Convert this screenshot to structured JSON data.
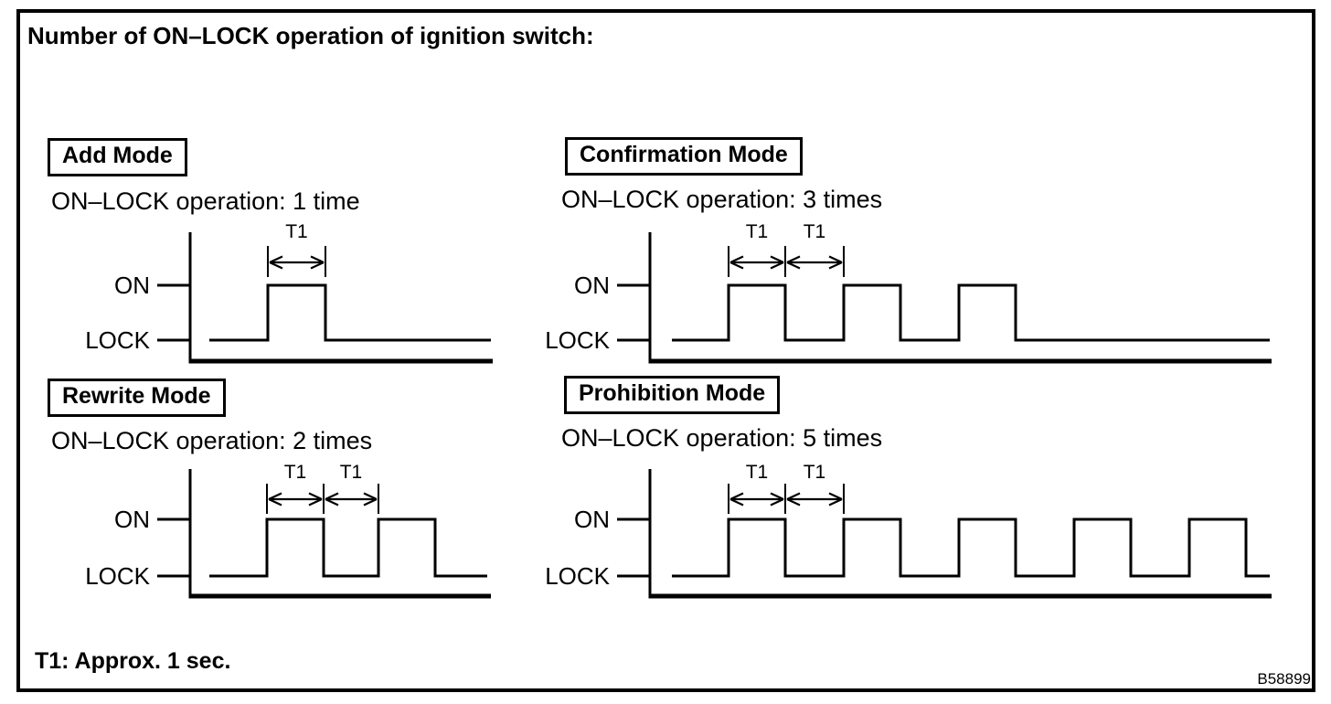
{
  "figure": {
    "title": "Number of ON–LOCK operation of ignition switch:",
    "footnote": "T1: Approx. 1 sec.",
    "figure_code": "B58899"
  },
  "axis_labels": {
    "high": "ON",
    "low": "LOCK"
  },
  "interval_label": "T1",
  "colors": {
    "ink": "#000000",
    "background": "#ffffff"
  },
  "panels": [
    {
      "id": "add",
      "mode_label": "Add Mode",
      "operation_text": "ON–LOCK operation: 1 time",
      "on_lock_operations": 1,
      "t1_intervals": 1
    },
    {
      "id": "confirmation",
      "mode_label": "Confirmation Mode",
      "operation_text": "ON–LOCK operation: 3 times",
      "on_lock_operations": 3,
      "t1_intervals": 2
    },
    {
      "id": "rewrite",
      "mode_label": "Rewrite Mode",
      "operation_text": "ON–LOCK operation: 2 times",
      "on_lock_operations": 2,
      "t1_intervals": 2
    },
    {
      "id": "prohibition",
      "mode_label": "Prohibition Mode",
      "operation_text": "ON–LOCK operation: 5 times",
      "on_lock_operations": 5,
      "t1_intervals": 2
    }
  ]
}
